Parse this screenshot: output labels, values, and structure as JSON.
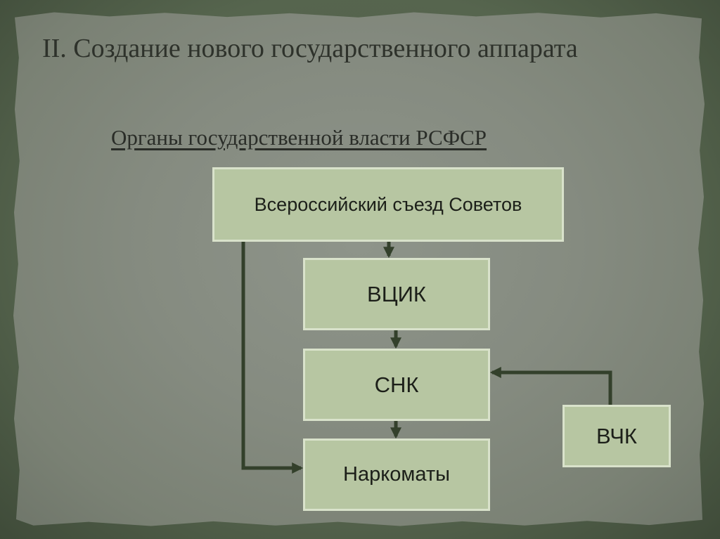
{
  "slide": {
    "title": "II. Создание нового государственного аппарата",
    "subtitle": "Органы государственной власти РСФСР"
  },
  "diagram": {
    "nodes": {
      "congress": "Всероссийский съезд Советов",
      "vcik": "ВЦИК",
      "snk": "СНК",
      "narkomaty": "Наркоматы",
      "vchk": "ВЧК"
    },
    "edges": [
      {
        "from": "congress",
        "to": "vcik"
      },
      {
        "from": "vcik",
        "to": "snk"
      },
      {
        "from": "snk",
        "to": "narkomaty"
      },
      {
        "from": "congress",
        "to": "narkomaty"
      },
      {
        "from": "vchk",
        "to": "snk"
      }
    ],
    "colors": {
      "box_fill": "#b7c6a2",
      "box_border": "#d9e2cb",
      "connector": "#33402b"
    }
  }
}
